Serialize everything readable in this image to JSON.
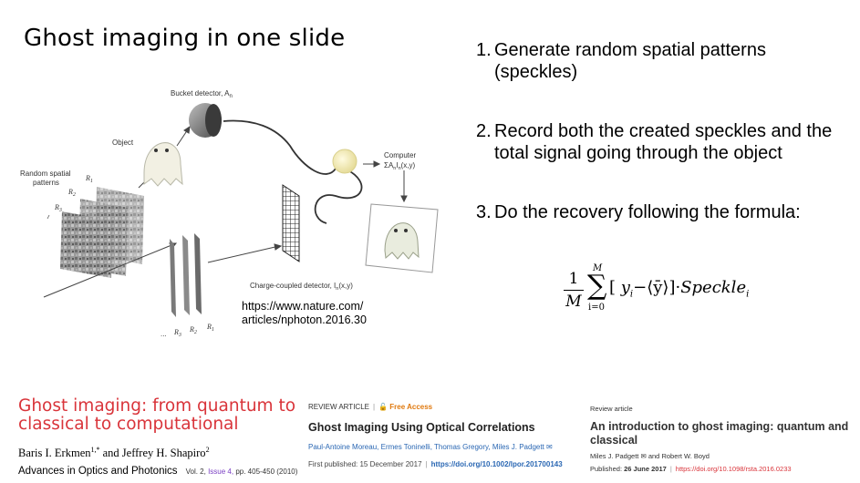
{
  "slide": {
    "title": "Ghost imaging in one slide",
    "steps": [
      {
        "num": "1.",
        "text": "Generate random spatial patterns (speckles)"
      },
      {
        "num": "2.",
        "text": "Record both the created speckles and the total signal going through the object"
      },
      {
        "num": "3.",
        "text": "Do the recovery following the formula:"
      }
    ],
    "formula": {
      "num": "1",
      "den": "M",
      "sum_upper": "M",
      "sum_lower": "i=0",
      "body_y": "y",
      "body_i": "i",
      "body_mean": "⟨ȳ⟩",
      "body_speckle": "Speckle"
    },
    "figure": {
      "bucket_label": "Bucket detector, A",
      "bucket_sub": "n",
      "object_label": "Object",
      "random_label_1": "Random spatial",
      "random_label_2": "patterns",
      "r1": "R",
      "r2": "R",
      "r3": "R",
      "computer_label": "Computer",
      "computer_formula": "ΣA",
      "ccd_label": "Charge-coupled detector, I",
      "ellipsis": "..."
    },
    "source_url": [
      "https://www.nature.com/",
      "articles/nphoton.2016.30"
    ]
  },
  "references": [
    {
      "title": "Ghost imaging: from quantum to classical to computational",
      "authors": "Baris I. Erkmen",
      "authors_sup": "1,*",
      "authors_and": " and Jeffrey H. Shapiro",
      "authors_sup2": "2",
      "journal": "Advances in Optics and Photonics",
      "meta_pre": "Vol. 2,",
      "meta_issue": "Issue 4,",
      "meta_post": "pp. 405-450  (2010)"
    },
    {
      "kind": "REVIEW ARTICLE",
      "access": "Free Access",
      "title": "Ghost Imaging Using Optical Correlations",
      "authors": "Paul-Antoine Moreau,  Ermes Toninelli,  Thomas Gregory,  Miles J. Padgett",
      "published_label": "First published:",
      "published": "15 December 2017",
      "doi": "https://doi.org/10.1002/lpor.201700143"
    },
    {
      "kind": "Review article",
      "title": "An introduction to ghost imaging: quantum and classical",
      "authors": "Miles J. Padgett",
      "authors_and": "and Robert W. Boyd",
      "published_label": "Published:",
      "published": "26 June 2017",
      "doi": "https://doi.org/10.1098/rsta.2016.0233"
    }
  ],
  "colors": {
    "accent_red": "#d9343a",
    "link_blue": "#2a67b3",
    "free_access_orange": "#e07a10"
  }
}
